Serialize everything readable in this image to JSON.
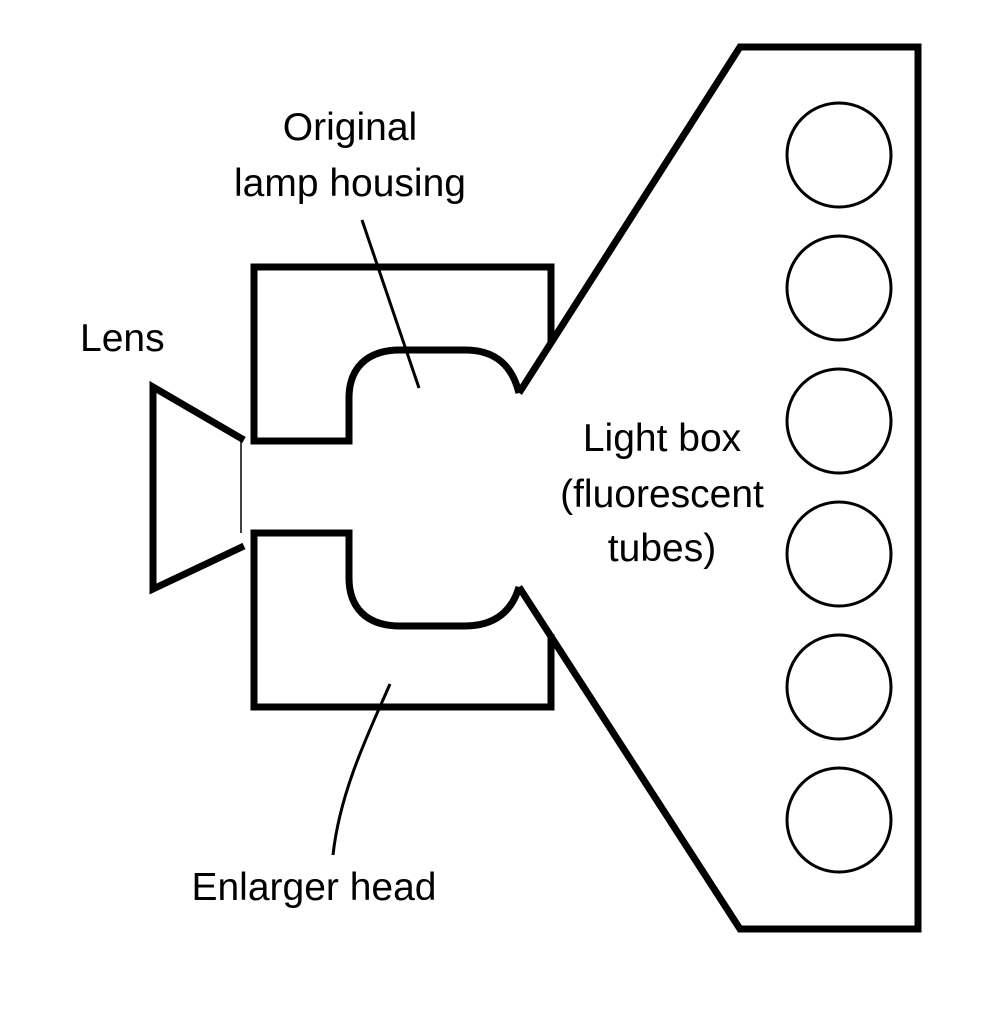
{
  "labels": {
    "lens": "Lens",
    "lamp_housing_line1": "Original",
    "lamp_housing_line2": "lamp housing",
    "light_box_line1": "Light box",
    "light_box_line2": "(fluorescent",
    "light_box_line3": "tubes)",
    "enlarger_head": "Enlarger head"
  },
  "tubes": {
    "count": 6
  },
  "colors": {
    "stroke": "#000000",
    "background": "#ffffff"
  }
}
